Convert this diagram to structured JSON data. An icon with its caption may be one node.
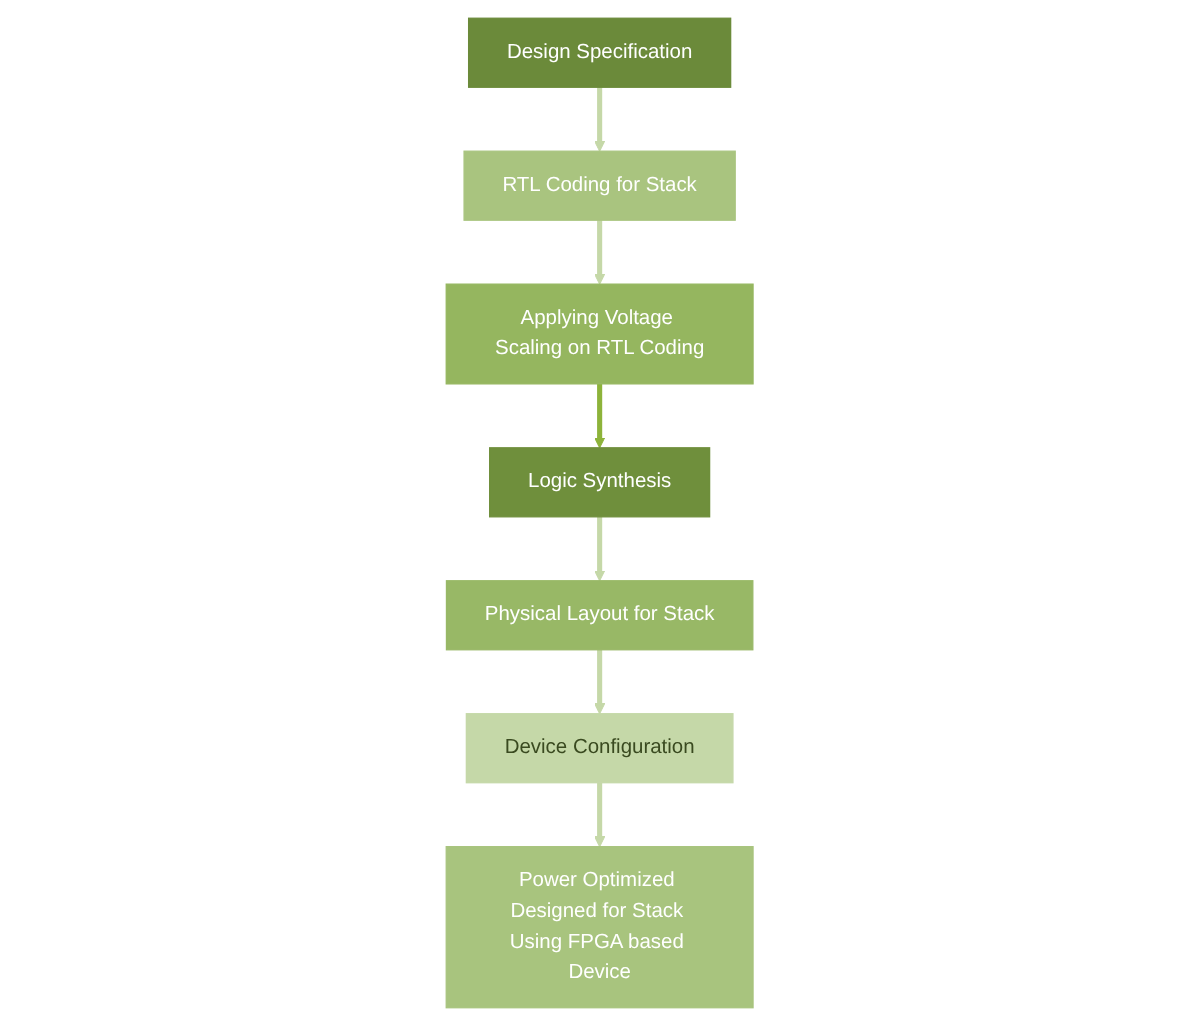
{
  "diagram": {
    "nodes": [
      {
        "text": [
          "Design Specification"
        ]
      },
      {
        "text": [
          "RTL Coding for Stack"
        ]
      },
      {
        "text": [
          "Applying Voltage Scaling on RTL Coding"
        ]
      },
      {
        "text": [
          "Logic Synthesis"
        ]
      },
      {
        "text": [
          "Physical Layout for Stack"
        ]
      },
      {
        "text": [
          "Device Configuration"
        ]
      },
      {
        "text": [
          "Power Optimized Designed for Stack Using FPGA based Device"
        ]
      }
    ],
    "edges": [
      {
        "from": 0,
        "to": 1,
        "arrow": "to"
      },
      {
        "from": 1,
        "to": 2,
        "arrow": "to"
      },
      {
        "from": 2,
        "to": 3,
        "arrow": "to",
        "color": "#8db33a"
      },
      {
        "from": 3,
        "to": 4,
        "arrow": "to"
      },
      {
        "from": 4,
        "to": 5,
        "arrow": "to"
      },
      {
        "from": 5,
        "to": 6,
        "arrow": "to"
      }
    ]
  }
}
